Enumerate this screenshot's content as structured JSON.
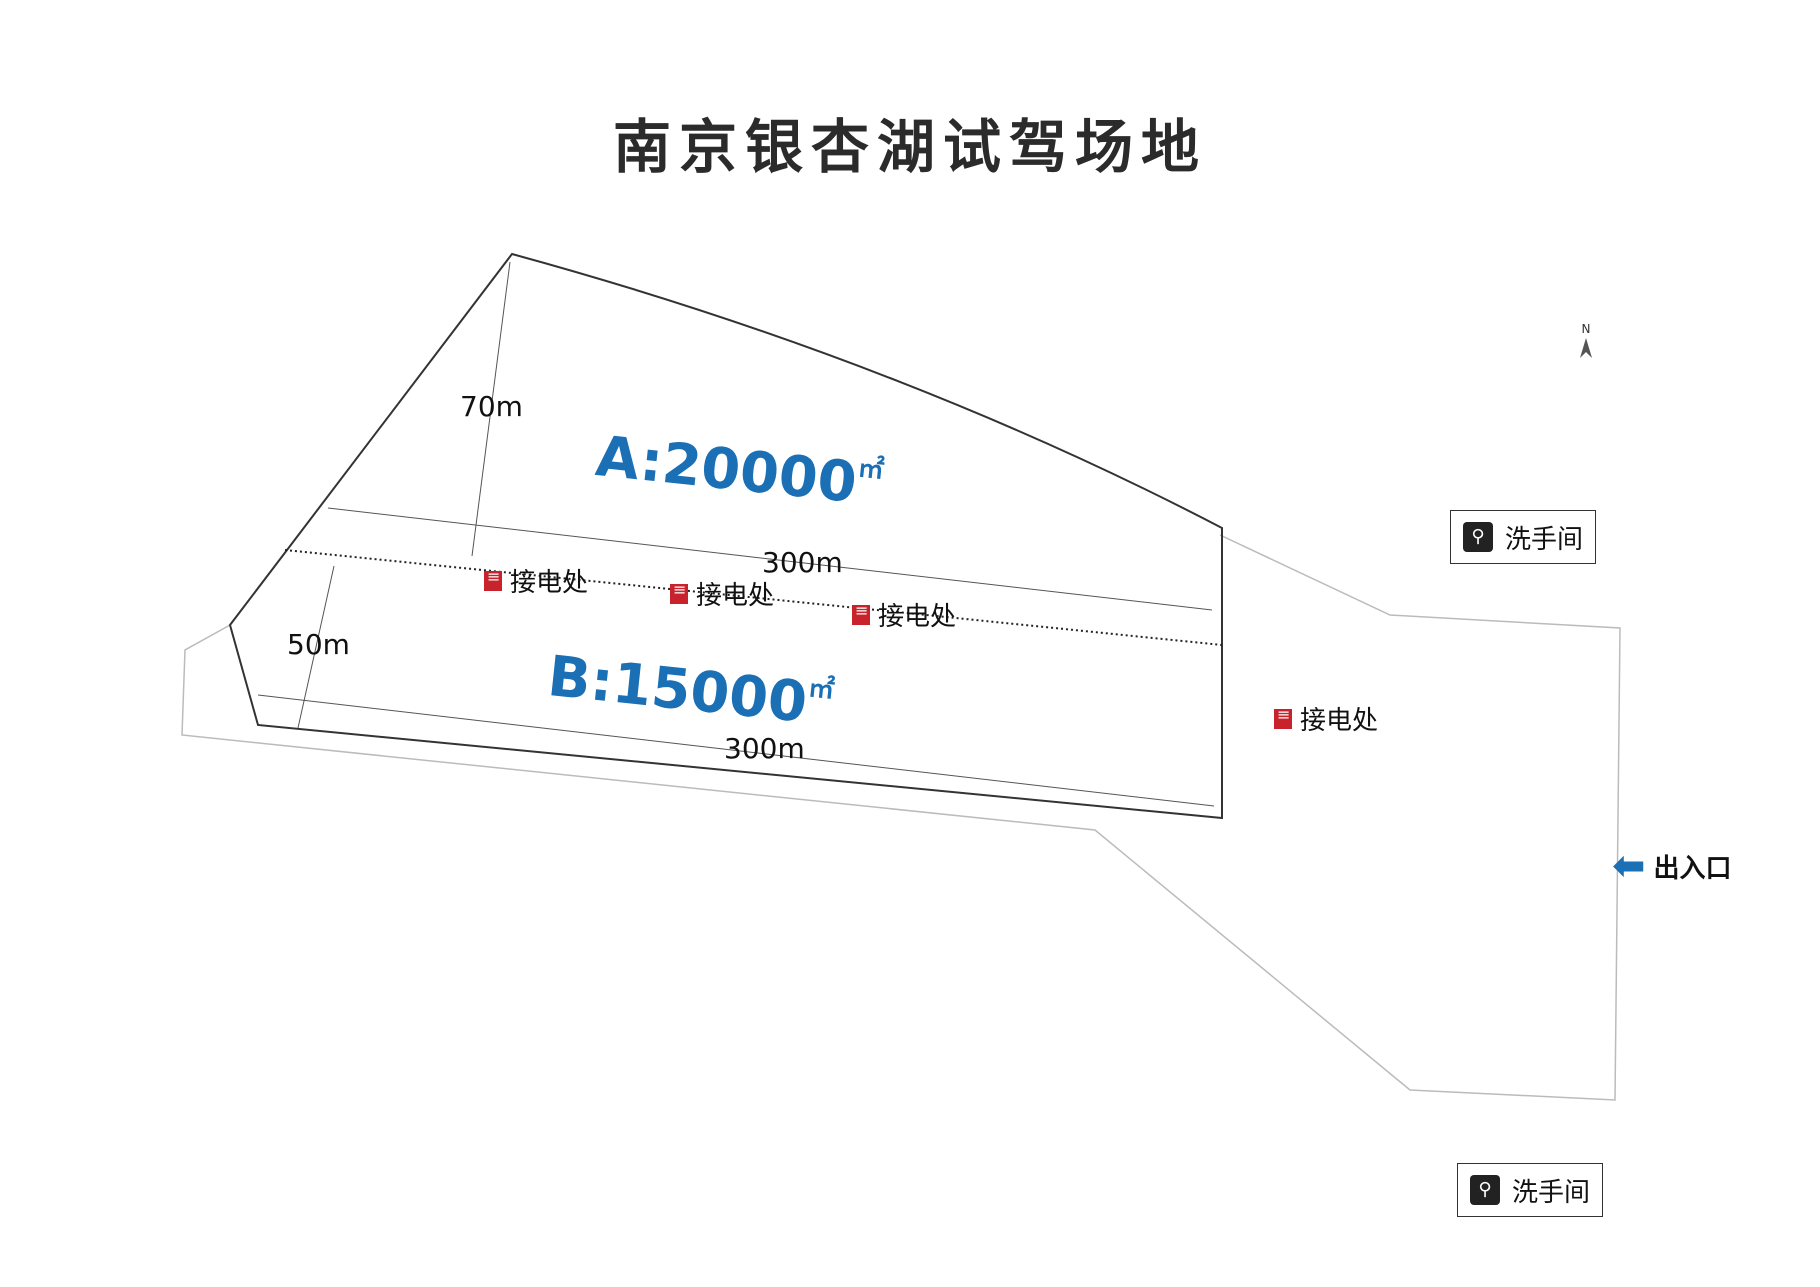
{
  "title": "南京银杏湖试驾场地",
  "zones": {
    "a_label": "A:20000",
    "b_label": "B:15000",
    "area_unit": "㎡"
  },
  "dimensions": {
    "height_a": "70m",
    "height_b": "50m",
    "length_a": "300m",
    "length_b": "300m"
  },
  "power_points": [
    {
      "label": "接电处"
    },
    {
      "label": "接电处"
    },
    {
      "label": "接电处"
    },
    {
      "label": "接电处"
    }
  ],
  "restrooms": [
    {
      "label": "洗手间"
    },
    {
      "label": "洗手间"
    }
  ],
  "entrance": {
    "label": "出入口"
  },
  "north": {
    "label": "N"
  },
  "colors": {
    "zone_text": "#1a6fb5",
    "power_icon": "#c8232c",
    "exit_arrow": "#1a6fb5",
    "outline": "#333333",
    "outer_boundary": "#bbbbbb"
  },
  "icons": [
    "power-outlet-icon",
    "restroom-icon",
    "entrance-arrow-icon",
    "north-arrow-icon"
  ]
}
